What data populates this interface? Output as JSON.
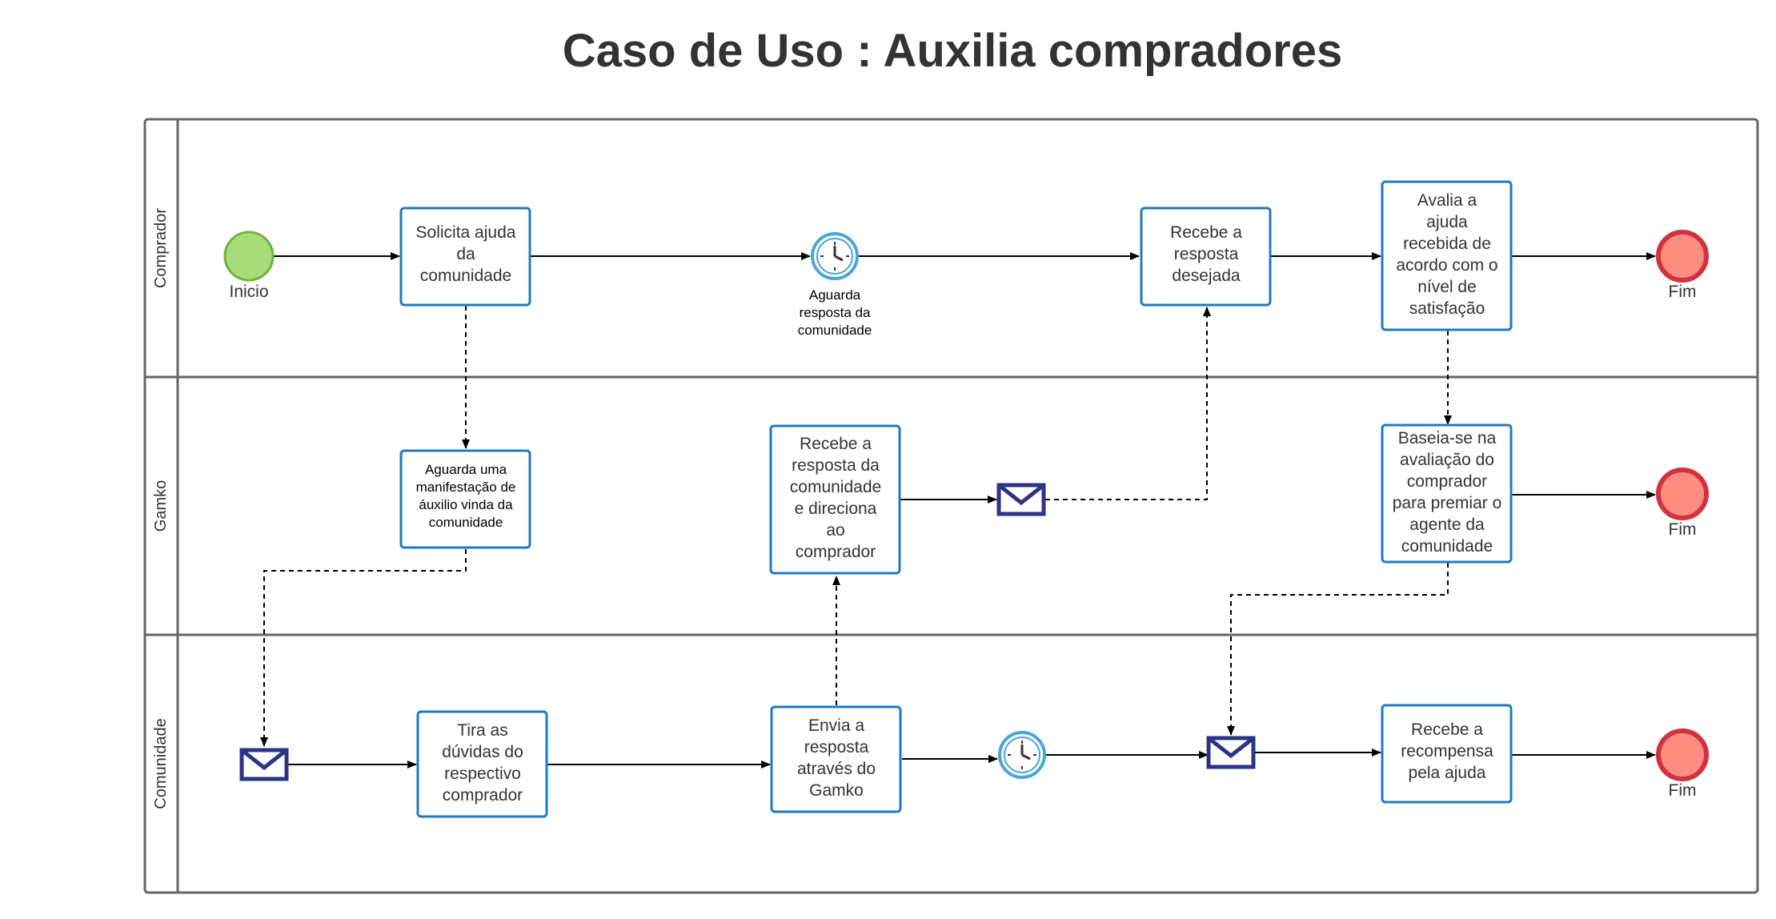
{
  "title": "Caso de Uso : Auxilia compradores",
  "colors": {
    "task_border": "#1f7ac0",
    "start_fill": "#a8dc78",
    "start_stroke": "#6eb43c",
    "end_fill": "#ff8c80",
    "end_stroke": "#d0323f",
    "envelope": "#2c3484",
    "timer": "#4aa6d9",
    "lane_border": "#666666",
    "line": "#000000"
  },
  "lanes": [
    {
      "id": "comprador",
      "label": "Comprador"
    },
    {
      "id": "gamko",
      "label": "Gamko"
    },
    {
      "id": "comunidade",
      "label": "Comunidade"
    }
  ],
  "events": {
    "start": {
      "label": "Inicio"
    },
    "end_comprador": {
      "label": "Fim"
    },
    "end_gamko": {
      "label": "Fim"
    },
    "end_comunidade": {
      "label": "Fim"
    },
    "timer_comprador": {
      "label": [
        "Aguarda",
        "resposta da",
        "comunidade"
      ]
    },
    "timer_comunidade": {
      "label": []
    }
  },
  "tasks": {
    "solicita": {
      "lines": [
        "Solicita ajuda",
        "da",
        "comunidade"
      ]
    },
    "recebe_desejada": {
      "lines": [
        "Recebe a",
        "resposta",
        "desejada"
      ]
    },
    "avalia": {
      "lines": [
        "Avalia a",
        "ajuda",
        "recebida de",
        "acordo com o",
        "nível de",
        "satisfação"
      ]
    },
    "aguarda_manifestacao": {
      "lines": [
        "Aguarda uma",
        "manifestação de",
        "áuxilio vinda da",
        "comunidade"
      ]
    },
    "recebe_direciona": {
      "lines": [
        "Recebe a",
        "resposta da",
        "comunidade",
        "e direciona",
        "ao",
        "comprador"
      ]
    },
    "baseia": {
      "lines": [
        "Baseia-se na",
        "avaliação do",
        "comprador",
        "para premiar o",
        "agente da",
        "comunidade"
      ]
    },
    "tira_duvidas": {
      "lines": [
        "Tira as",
        "dúvidas do",
        "respectivo",
        "comprador"
      ]
    },
    "envia": {
      "lines": [
        "Envia a",
        "resposta",
        "através do",
        "Gamko"
      ]
    },
    "recompensa": {
      "lines": [
        "Recebe a",
        "recompensa",
        "pela ajuda"
      ]
    }
  }
}
